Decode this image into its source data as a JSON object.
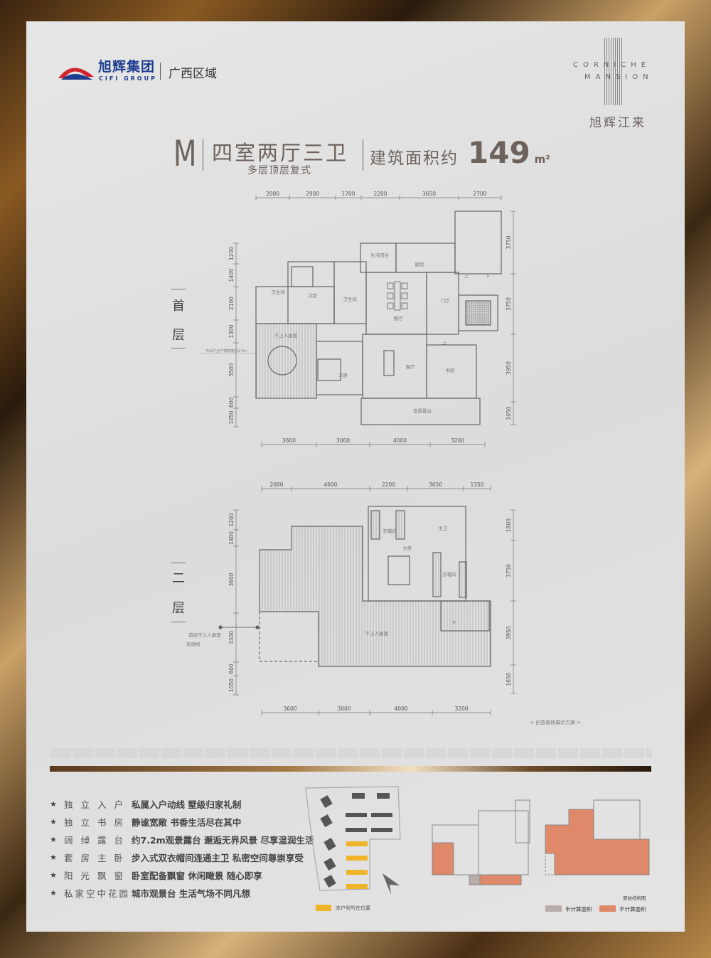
{
  "brand": {
    "logo_cn": "旭辉集团",
    "logo_en": "CIFI GROUP",
    "region": "广西区域"
  },
  "project_logo": {
    "line1": "CORNICHE",
    "line2": "MANSION",
    "cn": "旭辉江来"
  },
  "title": {
    "code": "M",
    "layout": "四室两厅三卫",
    "subtitle": "多层顶层复式",
    "area_label": "建筑面积约",
    "area_value": "149",
    "area_unit": "m²"
  },
  "floor1": {
    "label_top": "首",
    "label_bottom": "层",
    "dims_top": [
      "2000",
      "2900",
      "1700",
      "2200",
      "3650",
      "2700"
    ],
    "dims_bottom": [
      "3600",
      "3000",
      "4000",
      "3200"
    ],
    "dims_left": [
      "1200",
      "1400",
      "2100",
      "1300",
      "3500",
      "600",
      "1050"
    ],
    "dims_right": [
      "3750",
      "3750",
      "3950",
      "1050"
    ],
    "rooms": {
      "balcony": "生活阳台",
      "kitchen": "厨房",
      "bath1": "卫生间",
      "bed1": "次卧",
      "bath2": "卫生间",
      "dining": "餐厅",
      "foyer": "门厅",
      "roof": "不上人屋面",
      "note": "中间户分户墙高度约2.7m",
      "living": "客厅",
      "study": "书房",
      "bed2": "次卧",
      "terrace": "宽景露台",
      "up1": "上",
      "down1": "下",
      "up2": "上"
    }
  },
  "floor2": {
    "label_top": "二",
    "label_bottom": "层",
    "dims_top": [
      "2000",
      "4600",
      "2200",
      "3650",
      "1350"
    ],
    "dims_bottom": [
      "3600",
      "3000",
      "4000",
      "3200"
    ],
    "dims_left": [
      "1200",
      "1400",
      "3600",
      "3300",
      "600",
      "1050"
    ],
    "dims_right": [
      "1800",
      "3750",
      "3950",
      "1650"
    ],
    "rooms": {
      "closet1": "衣帽间",
      "master_bath": "主卫",
      "master_bed": "主卧",
      "closet2": "衣帽间",
      "roof": "不上人屋面",
      "down": "下",
      "outline_note1": "首层不上人屋面",
      "outline_note2": "轮廓线"
    }
  },
  "decor_note": "< 创意装修展示方案 >",
  "features": [
    {
      "key": "独立入户",
      "value": "私属入户动线 墅级归家礼制"
    },
    {
      "key": "独立书房",
      "value": "静谧宽敞 书香生活尽在其中"
    },
    {
      "key": "阔绰露台",
      "value": "约7.2m观景露台 邂逅无界风景 尽享温润生活"
    },
    {
      "key": "套房主卧",
      "value": "步入式双衣帽间连通主卫 私密空间尊崇享受"
    },
    {
      "key": "阳光飘窗",
      "value": "卧室配备飘窗 休闲瞰景 随心即享"
    },
    {
      "key": "私家空中花园",
      "value": "城市观景台 生活气场不同凡想"
    }
  ],
  "site_legend": "本户型所在位置",
  "structure_title": "原始结构图",
  "legend": {
    "half": "半计算面积",
    "none": "不计算面积"
  },
  "colors": {
    "highlight": "#f0b429",
    "half": "#b8aca8",
    "none": "#e0896a",
    "brand": "#1d3e8f"
  }
}
